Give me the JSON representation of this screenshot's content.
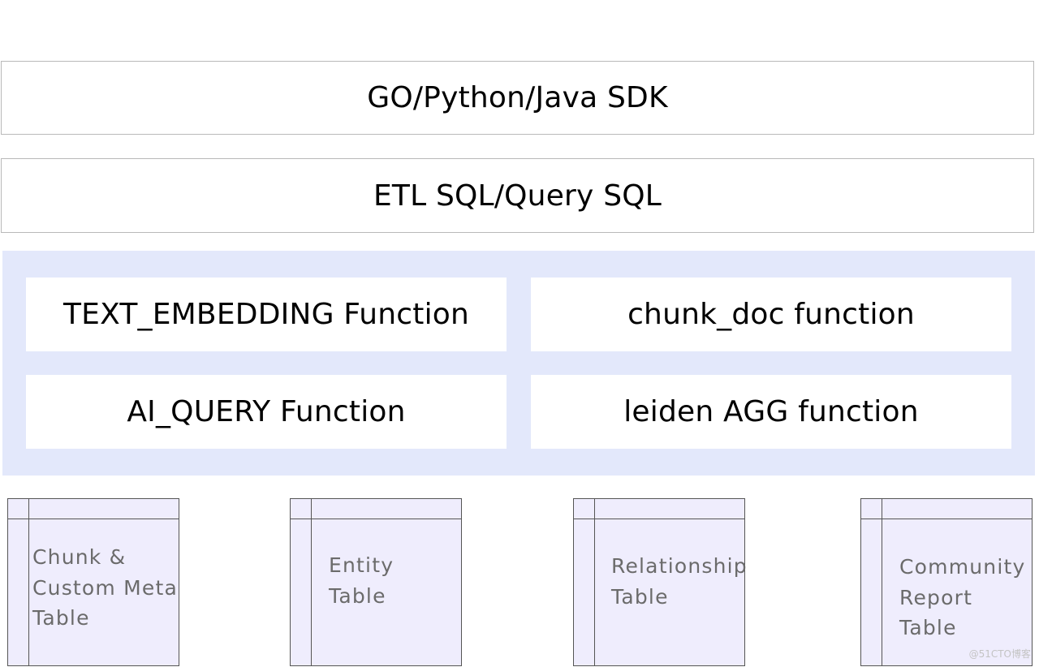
{
  "layers": {
    "sdk": "GO/Python/Java SDK",
    "sql": "ETL SQL/Query SQL"
  },
  "functions": {
    "text_embedding": "TEXT_EMBEDDING Function",
    "chunk_doc": "chunk_doc function",
    "ai_query": "AI_QUERY Function",
    "leiden": "leiden AGG function"
  },
  "tables": {
    "chunk": "Chunk &\nCustom Meta\nTable",
    "entity": "Entity\nTable",
    "relationship": "Relationship\nTable",
    "community": "Community\nReport\nTable"
  },
  "watermark": "@51CTO博客",
  "colors": {
    "function_group_bg": "#e3e8fb",
    "table_bg": "#efedfd",
    "table_text": "#6b6b6b",
    "layer_border": "#b9b9b9"
  }
}
